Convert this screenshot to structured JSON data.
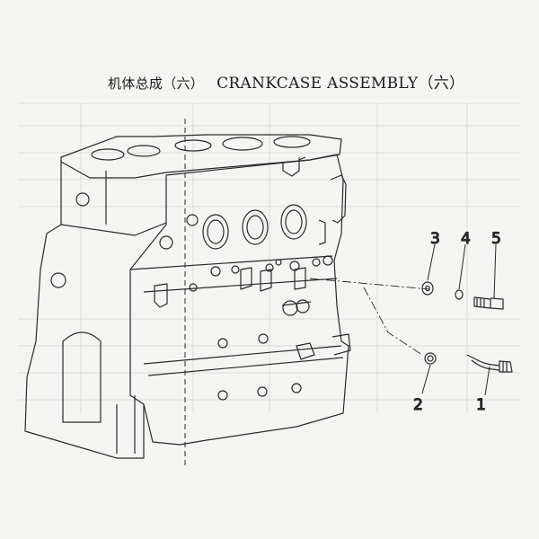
{
  "header": {
    "title_cn": "机体总成（六）",
    "title_en": "CRANKCASE ASSEMBLY（六）"
  },
  "callouts": {
    "part_1": "1",
    "part_2": "2",
    "part_3": "3",
    "part_4": "4",
    "part_5": "5"
  },
  "colors": {
    "line": "#2a2a2a",
    "background": "#f4f4f2",
    "faint_table": "#d6d6d2"
  }
}
